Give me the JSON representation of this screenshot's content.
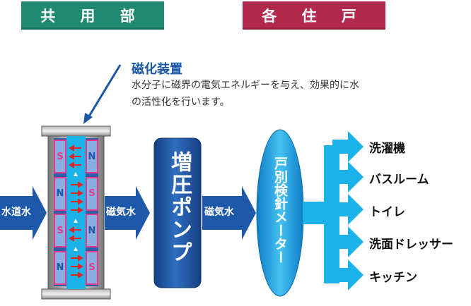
{
  "headers": {
    "shared": "共 用 部",
    "unit": "各 住 戸"
  },
  "device": {
    "title": "磁化装置",
    "description": "水分子に磁界の電気エネルギーを与え、効果的に水の活性化を行います。",
    "left_magnets": [
      "S",
      "N",
      "S",
      "N"
    ],
    "right_magnets": [
      "N",
      "S",
      "N",
      "S"
    ]
  },
  "flow": {
    "inlet": "水道水",
    "after_device": "磁気水",
    "pump": "増圧ポンプ",
    "after_pump": "磁気水",
    "meter": "戸別検針メーター"
  },
  "destinations": [
    "洗濯機",
    "バスルーム",
    "トイレ",
    "洗面ドレッサー",
    "キッチン"
  ],
  "colors": {
    "shared_header": "#1f8a70",
    "unit_header": "#b2294e",
    "arrow_blue": "#1e58a8",
    "branch_blue": "#1ab2e8",
    "magnet_pink": "#e6398a"
  }
}
